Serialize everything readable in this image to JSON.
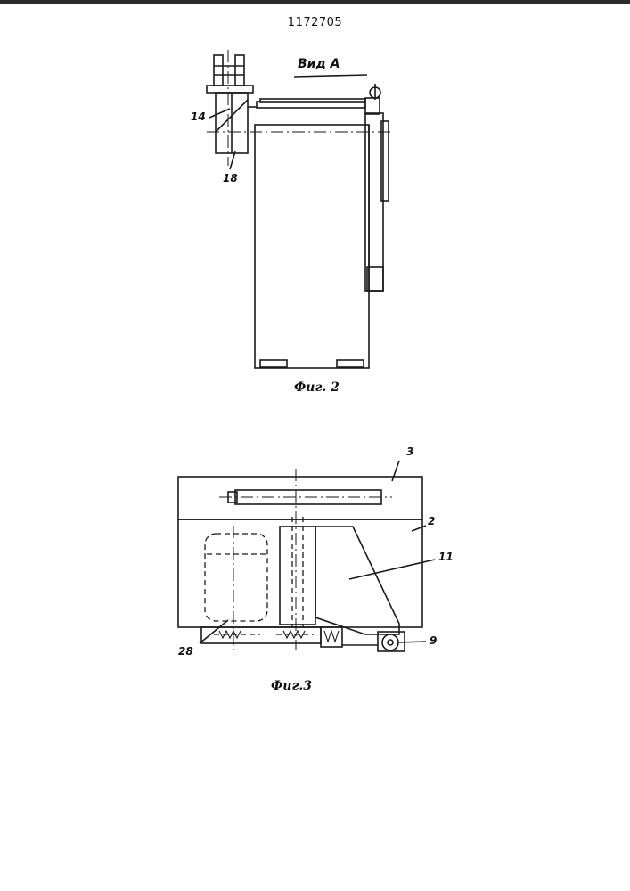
{
  "patent_number": "1172705",
  "figure2": {
    "view_title": "Вид А",
    "caption": "Фиг. 2",
    "labels": {
      "l14": "14",
      "l18": "18"
    }
  },
  "figure3": {
    "caption": "Фиг.3",
    "labels": {
      "l3": "3",
      "l2": "2",
      "l11": "11",
      "l9": "9",
      "l28": "28"
    }
  },
  "colors": {
    "ink": "#1a1a1a",
    "paper": "#ffffff"
  }
}
